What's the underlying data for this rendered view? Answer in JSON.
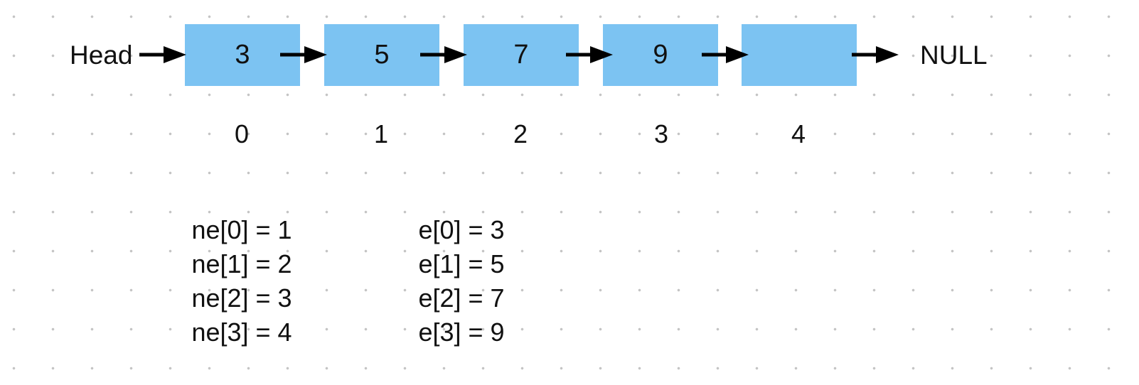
{
  "diagram": {
    "colors": {
      "node_fill": "#7cc3f2",
      "arrow": "#000000",
      "text": "#111111",
      "grid_dot": "#c4c4c4"
    },
    "head_label": "Head",
    "null_label": "NULL",
    "nodes": [
      {
        "value": "3",
        "index": "0"
      },
      {
        "value": "5",
        "index": "1"
      },
      {
        "value": "7",
        "index": "2"
      },
      {
        "value": "9",
        "index": "3"
      },
      {
        "value": "",
        "index": "4"
      }
    ],
    "ne_lines": [
      "ne[0] = 1",
      "ne[1] = 2",
      "ne[2] = 3",
      "ne[3] = 4"
    ],
    "e_lines": [
      "e[0] = 3",
      "e[1] = 5",
      "e[2] = 7",
      "e[3] = 9"
    ]
  }
}
